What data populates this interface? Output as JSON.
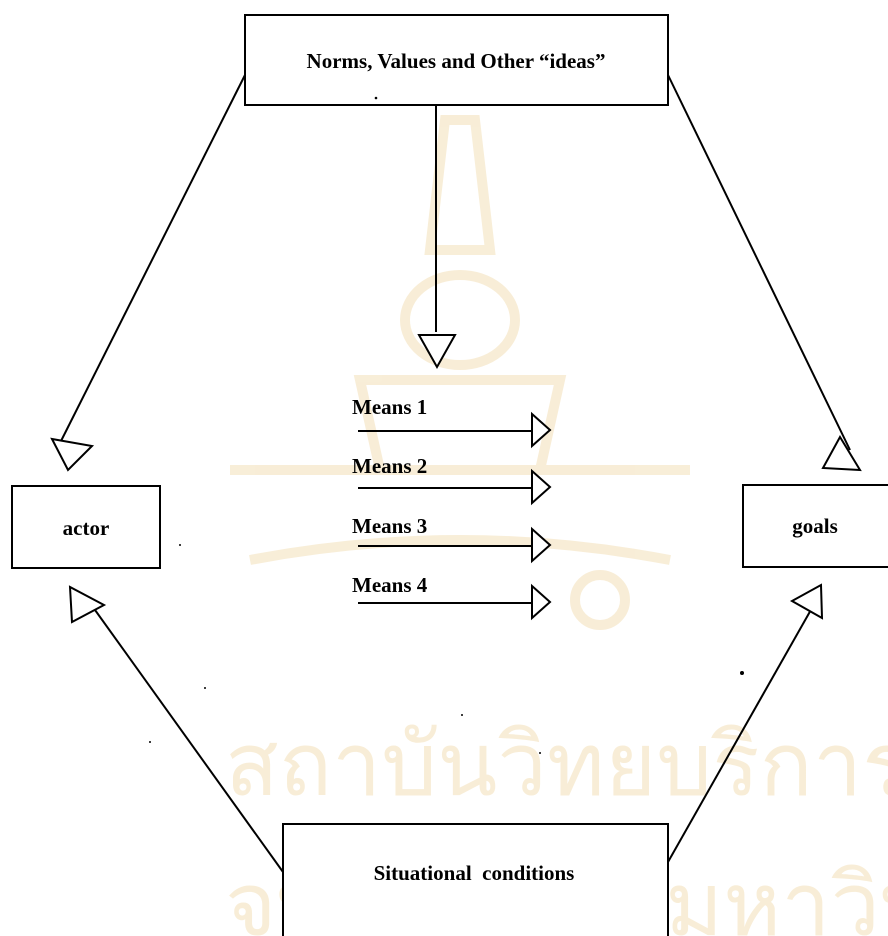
{
  "nodes": {
    "norms": {
      "label": "Norms, Values and Other “ideas”"
    },
    "actor": {
      "label": "actor"
    },
    "goals": {
      "label": "goals"
    },
    "situational": {
      "label": "Situational  conditions"
    }
  },
  "means": [
    {
      "label": "Means 1"
    },
    {
      "label": "Means 2"
    },
    {
      "label": "Means 3"
    },
    {
      "label": "Means 4"
    }
  ],
  "watermark": {
    "line1": "สถาบันวิทยบริการ",
    "line2": "จุฬาลงกรณ์มหาวิทยาลัย",
    "color": "#f3e0b8"
  }
}
